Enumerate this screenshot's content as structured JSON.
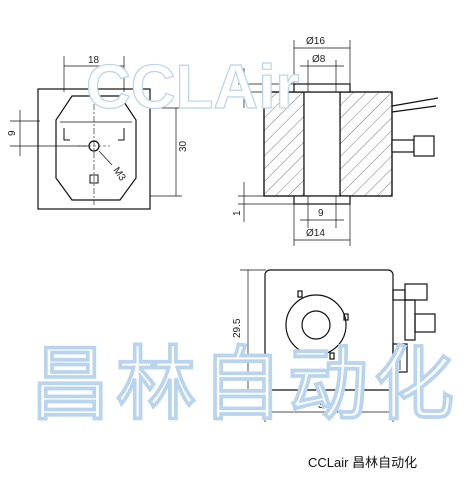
{
  "caption": "CCLair 昌林自动化",
  "watermark": {
    "latin": "CCLAir",
    "cjk": "昌林自动化",
    "color": "#b9d4ee"
  },
  "dimensions": {
    "front_width": "18",
    "front_height": "30",
    "front_offset": "9",
    "thread": "M3",
    "side_outer_dia": "Ø16",
    "side_inner_dia": "Ø8",
    "side_top_gap": "1",
    "side_bottom_gap": "1",
    "side_bottom_inner": "9",
    "side_bottom_outer": "Ø14",
    "bottom_height": "29.5",
    "bottom_width": "35.5"
  },
  "colors": {
    "line": "#111111",
    "hatch": "#555555"
  }
}
